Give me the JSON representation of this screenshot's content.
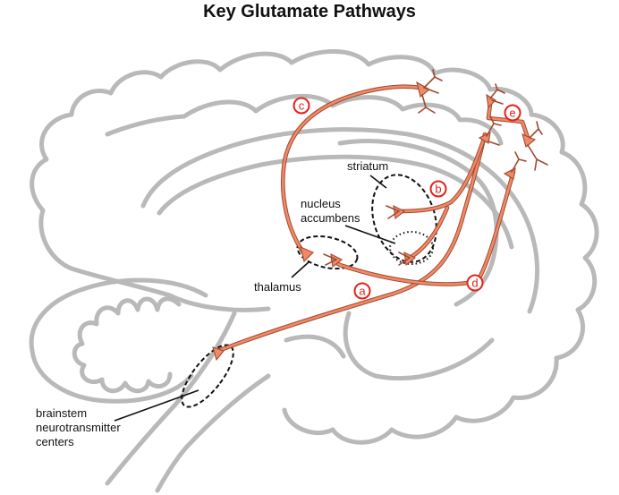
{
  "title": "Key Glutamate Pathways",
  "labels": {
    "striatum": "striatum",
    "nucleus_accumbens_1": "nucleus",
    "nucleus_accumbens_2": "accumbens",
    "thalamus": "thalamus",
    "brainstem_1": "brainstem",
    "brainstem_2": "neurotransmitter",
    "brainstem_3": "centers"
  },
  "pathways": {
    "a": "a",
    "b": "b",
    "c": "c",
    "d": "d",
    "e": "e"
  },
  "colors": {
    "pathway": "#f08a68",
    "pathway_outline": "#a04a30",
    "brain_outline": "#b9b9b9",
    "badge": "#e2231a"
  }
}
